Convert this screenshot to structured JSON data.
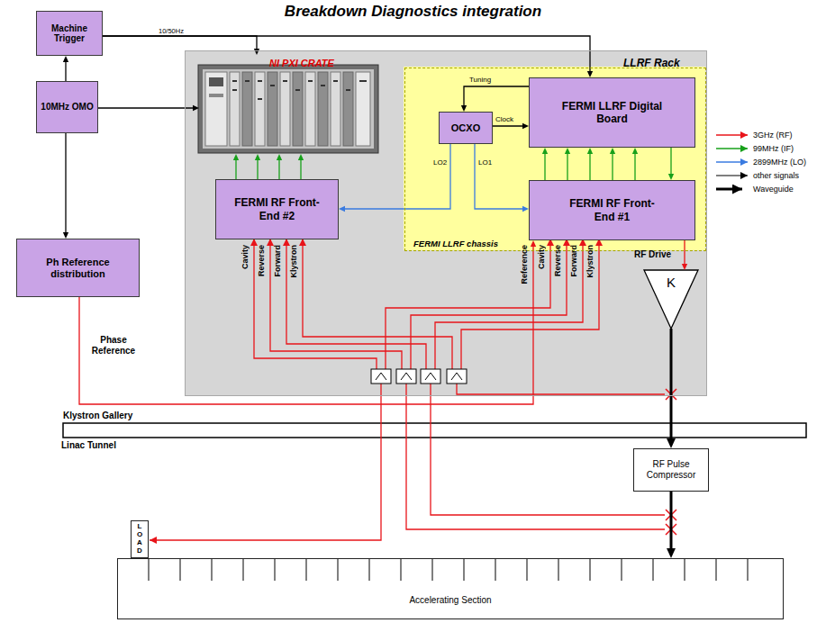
{
  "diagram": {
    "title": "Breakdown Diagnostics integration",
    "nodes": [
      {
        "text": [
          "Machine Trigger"
        ]
      },
      {
        "text": [
          "10MHz OMO"
        ]
      },
      {
        "text": [
          "Ph Reference distribution"
        ]
      },
      {
        "text": [
          "LLRF Rack"
        ]
      },
      {
        "text": [
          "NI PXI CRATE"
        ],
        "in": 3
      },
      {
        "text": [
          "FERMI LLRF chassis"
        ],
        "in": 3
      },
      {
        "text": [
          "OCXO"
        ],
        "in": 5
      },
      {
        "text": [
          "FERMI LLRF Digital Board"
        ],
        "in": 5
      },
      {
        "text": [
          "FERMI RF Front-End #1"
        ],
        "in": 5
      },
      {
        "text": [
          "FERMI RF Front-End #2"
        ],
        "in": 3
      },
      {
        "text": [
          "K"
        ]
      },
      {
        "text": [
          "RF Pulse Compressor"
        ]
      },
      {
        "text": [
          "LOAD"
        ]
      },
      {
        "text": [
          "Accelerating Section"
        ]
      }
    ],
    "edges": [
      {
        "from": 0,
        "to": 4,
        "arrow": "to",
        "label": "10/50Hz"
      },
      {
        "from": 0,
        "to": 7,
        "arrow": "to"
      },
      {
        "from": 1,
        "to": 0,
        "arrow": "to"
      },
      {
        "from": 1,
        "to": 4,
        "arrow": "to"
      },
      {
        "from": 1,
        "to": 2,
        "arrow": "to"
      },
      {
        "from": 9,
        "to": 4,
        "arrow": "to"
      },
      {
        "from": 9,
        "to": 4,
        "arrow": "to"
      },
      {
        "from": 9,
        "to": 4,
        "arrow": "to"
      },
      {
        "from": 9,
        "to": 4,
        "arrow": "to"
      },
      {
        "from": 8,
        "to": 7,
        "arrow": "to"
      },
      {
        "from": 8,
        "to": 7,
        "arrow": "to"
      },
      {
        "from": 8,
        "to": 7,
        "arrow": "to"
      },
      {
        "from": 8,
        "to": 7,
        "arrow": "to"
      },
      {
        "from": 8,
        "to": 7,
        "arrow": "to"
      },
      {
        "from": 7,
        "to": 8,
        "arrow": "to"
      },
      {
        "from": 7,
        "to": 6,
        "arrow": "to",
        "label": "Tuning"
      },
      {
        "from": 6,
        "to": 7,
        "arrow": "to",
        "label": "Clock"
      },
      {
        "from": 6,
        "to": 8,
        "arrow": "to",
        "label": "LO1"
      },
      {
        "from": 6,
        "to": 9,
        "arrow": "to",
        "label": "LO2"
      },
      {
        "from": 8,
        "to": 10,
        "arrow": "to",
        "label": "RF Drive"
      },
      {
        "from": 10,
        "to": 11,
        "arrow": "to"
      },
      {
        "from": 11,
        "to": 13,
        "arrow": "to"
      },
      {
        "from": 2,
        "to": 8,
        "arrow": "to",
        "label": "Phase Reference"
      }
    ],
    "labels": [
      "Klystron Gallery",
      "Linac Tunnel",
      "Cavity",
      "Reverse",
      "Forward",
      "Klystron",
      "Reference",
      "Cavity",
      "Reverse",
      "Forward",
      "Klystron"
    ],
    "legend": [
      {
        "text": "3GHz (RF)"
      },
      {
        "text": "99MHz (IF)"
      },
      {
        "text": "2899MHz (LO)"
      },
      {
        "text": "other signals"
      },
      {
        "text": "Waveguide"
      }
    ]
  }
}
